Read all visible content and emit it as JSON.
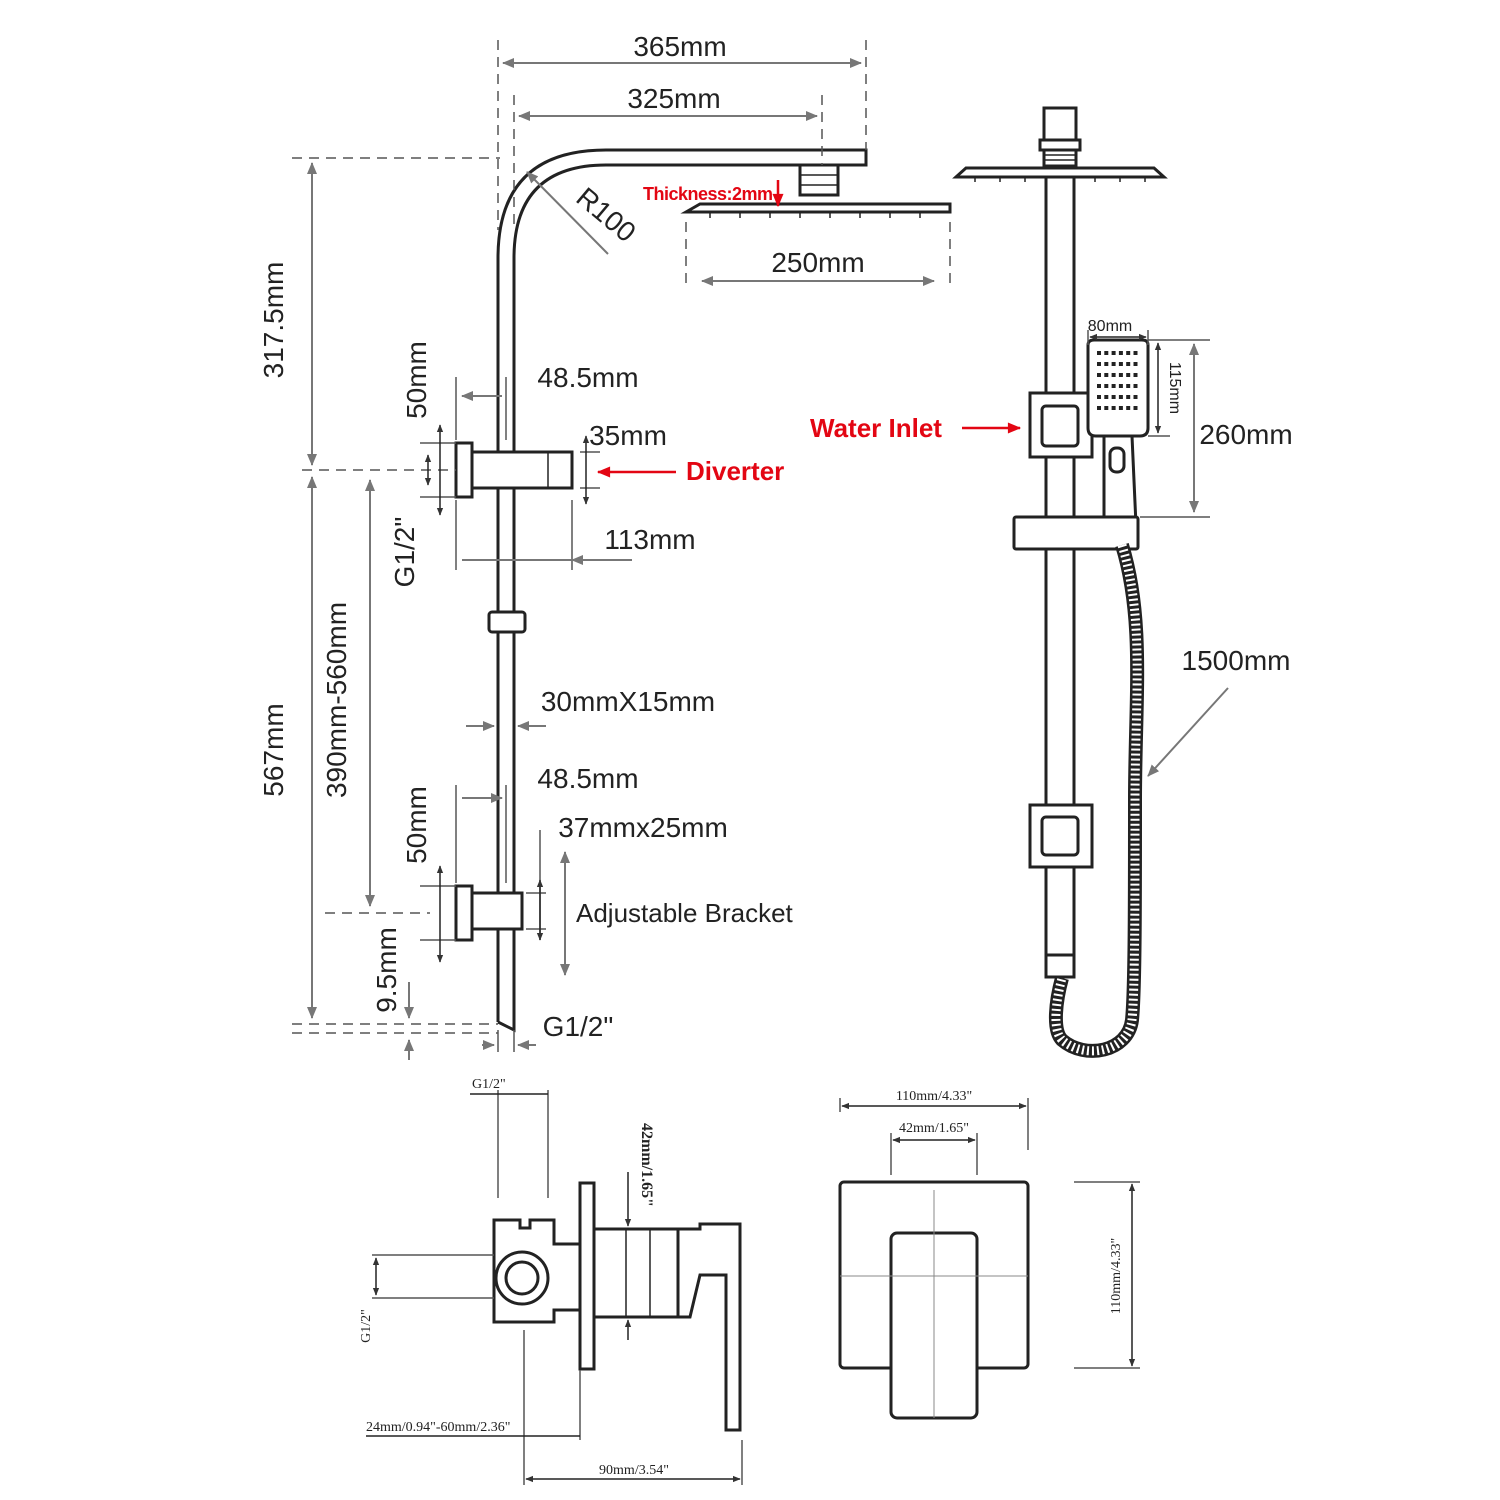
{
  "colors": {
    "line": "#222222",
    "dimension": "#777777",
    "accent": "#e30613",
    "background": "#ffffff"
  },
  "labels": {
    "width_365": "365mm",
    "width_325": "325mm",
    "radius": "R100",
    "thickness": "Thickness:2mm",
    "head_250": "250mm",
    "height_317": "317.5mm",
    "offset_48_top": "48.5mm",
    "height_50_top": "50mm",
    "diverter_35": "35mm",
    "diverter": "Diverter",
    "inlet_g12_top": "G1/2\"",
    "offset_113": "113mm",
    "rail_section": "30mmX15mm",
    "height_567": "567mm",
    "range_390_560": "390mm-560mm",
    "offset_48_bottom": "48.5mm",
    "bracket_size": "37mmx25mm",
    "height_50_bottom": "50mm",
    "adjustable_bracket": "Adjustable Bracket",
    "height_9_5": "9.5mm",
    "inlet_g12_bottom": "G1/2\"",
    "hand_width": "80mm",
    "hand_height": "115mm",
    "water_inlet": "Water Inlet",
    "slider_260": "260mm",
    "hose_1500": "1500mm",
    "valve_g12_top": "G1/2\"",
    "valve_42_vert": "42mm/1.65\"",
    "valve_g12_side": "G1/2\"",
    "valve_depth": "24mm/0.94\"-60mm/2.36\"",
    "valve_90": "90mm/3.54\"",
    "plate_110_w": "110mm/4.33\"",
    "plate_42": "42mm/1.65\"",
    "plate_110_h": "110mm/4.33\""
  }
}
